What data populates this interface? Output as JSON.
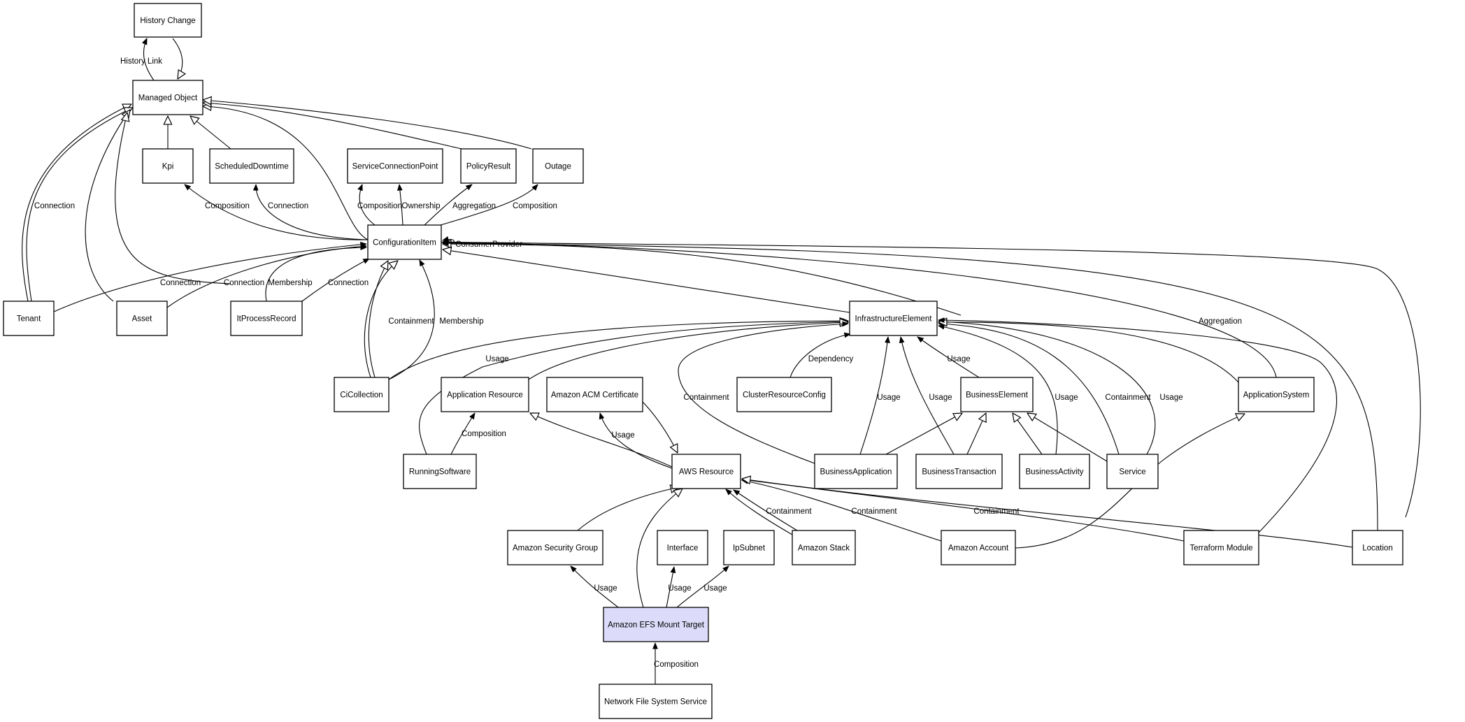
{
  "nodes": [
    {
      "id": "history_change",
      "label": "History Change"
    },
    {
      "id": "managed_object",
      "label": "Managed Object"
    },
    {
      "id": "kpi",
      "label": "Kpi"
    },
    {
      "id": "scheduled_downtime",
      "label": "ScheduledDowntime"
    },
    {
      "id": "service_connection_point",
      "label": "ServiceConnectionPoint"
    },
    {
      "id": "policy_result",
      "label": "PolicyResult"
    },
    {
      "id": "outage",
      "label": "Outage"
    },
    {
      "id": "configuration_item",
      "label": "ConfigurationItem"
    },
    {
      "id": "tenant",
      "label": "Tenant"
    },
    {
      "id": "asset",
      "label": "Asset"
    },
    {
      "id": "it_process_record",
      "label": "ItProcessRecord"
    },
    {
      "id": "infrastructure_element",
      "label": "InfrastructureElement"
    },
    {
      "id": "ci_collection",
      "label": "CiCollection"
    },
    {
      "id": "application_resource",
      "label": "Application Resource"
    },
    {
      "id": "amazon_acm_certificate",
      "label": "Amazon ACM Certificate"
    },
    {
      "id": "cluster_resource_config",
      "label": "ClusterResourceConfig"
    },
    {
      "id": "business_element",
      "label": "BusinessElement"
    },
    {
      "id": "application_system",
      "label": "ApplicationSystem"
    },
    {
      "id": "running_software",
      "label": "RunningSoftware"
    },
    {
      "id": "aws_resource",
      "label": "AWS Resource"
    },
    {
      "id": "business_application",
      "label": "BusinessApplication"
    },
    {
      "id": "business_transaction",
      "label": "BusinessTransaction"
    },
    {
      "id": "business_activity",
      "label": "BusinessActivity"
    },
    {
      "id": "service",
      "label": "Service"
    },
    {
      "id": "amazon_security_group",
      "label": "Amazon Security Group"
    },
    {
      "id": "interface",
      "label": "Interface"
    },
    {
      "id": "ip_subnet",
      "label": "IpSubnet"
    },
    {
      "id": "amazon_stack",
      "label": "Amazon Stack"
    },
    {
      "id": "amazon_account",
      "label": "Amazon Account"
    },
    {
      "id": "terraform_module",
      "label": "Terraform Module"
    },
    {
      "id": "location",
      "label": "Location"
    },
    {
      "id": "amazon_efs_mount_target",
      "label": "Amazon EFS Mount Target",
      "highlight": true
    },
    {
      "id": "network_file_system_service",
      "label": "Network File System Service"
    }
  ],
  "edges": [
    {
      "id": "e1",
      "label": "History Link",
      "arrow": "filled"
    },
    {
      "id": "e2",
      "label": "",
      "arrow": "hollow"
    },
    {
      "id": "e3",
      "label": "",
      "arrow": "hollow"
    },
    {
      "id": "e4",
      "label": "",
      "arrow": "hollow"
    },
    {
      "id": "e5",
      "label": "",
      "arrow": "hollow"
    },
    {
      "id": "e6",
      "label": "Connection",
      "arrow": "hollow"
    },
    {
      "id": "e7",
      "label": "",
      "arrow": "hollow"
    },
    {
      "id": "e8",
      "label": "",
      "arrow": "hollow"
    },
    {
      "id": "e9",
      "label": "",
      "arrow": "hollow"
    },
    {
      "id": "e10",
      "label": "",
      "arrow": "hollow"
    },
    {
      "id": "e11",
      "label": "",
      "arrow": "hollow"
    },
    {
      "id": "e12",
      "label": "Composition",
      "arrow": "filled"
    },
    {
      "id": "e13",
      "label": "Connection",
      "arrow": "filled"
    },
    {
      "id": "e14",
      "label": "Composition",
      "arrow": "filled"
    },
    {
      "id": "e15",
      "label": "Ownership",
      "arrow": "filled"
    },
    {
      "id": "e16",
      "label": "Aggregation",
      "arrow": "filled"
    },
    {
      "id": "e17",
      "label": "Composition",
      "arrow": "filled"
    },
    {
      "id": "e18",
      "label": "ConsumerProvider",
      "arrow": "filled"
    },
    {
      "id": "e19",
      "label": "Connection",
      "arrow": "filled"
    },
    {
      "id": "e20",
      "label": "Connection",
      "arrow": "filled"
    },
    {
      "id": "e21",
      "label": "Membership",
      "arrow": "filled"
    },
    {
      "id": "e22",
      "label": "Connection",
      "arrow": "filled"
    },
    {
      "id": "e23",
      "label": "",
      "arrow": "hollow"
    },
    {
      "id": "e24",
      "label": "Containment",
      "arrow": "hollow"
    },
    {
      "id": "e25",
      "label": "Membership",
      "arrow": "filled"
    },
    {
      "id": "e26",
      "label": "",
      "arrow": "hollow"
    },
    {
      "id": "e27",
      "label": "",
      "arrow": "hollow"
    },
    {
      "id": "e28",
      "label": "Aggregation",
      "arrow": "filled"
    },
    {
      "id": "e29",
      "label": "Membership",
      "arrow": "filled"
    },
    {
      "id": "e30",
      "label": "",
      "arrow": "filled"
    },
    {
      "id": "e31",
      "label": "Usage",
      "arrow": "filled"
    },
    {
      "id": "e32",
      "label": "",
      "arrow": "hollow"
    },
    {
      "id": "e33",
      "label": "",
      "arrow": "hollow"
    },
    {
      "id": "e34",
      "label": "Dependency",
      "arrow": "filled"
    },
    {
      "id": "e35",
      "label": "Containment",
      "arrow": "filled"
    },
    {
      "id": "e36",
      "label": "Usage",
      "arrow": "filled"
    },
    {
      "id": "e37",
      "label": "Usage",
      "arrow": "filled"
    },
    {
      "id": "e38",
      "label": "Usage",
      "arrow": "filled"
    },
    {
      "id": "e39",
      "label": "Usage",
      "arrow": "filled"
    },
    {
      "id": "e40",
      "label": "Containment",
      "arrow": "filled"
    },
    {
      "id": "e41",
      "label": "Usage",
      "arrow": "filled"
    },
    {
      "id": "e42",
      "label": "",
      "arrow": "hollow"
    },
    {
      "id": "e43",
      "label": "",
      "arrow": "hollow"
    },
    {
      "id": "e44",
      "label": "",
      "arrow": "hollow"
    },
    {
      "id": "e45",
      "label": "",
      "arrow": "hollow"
    },
    {
      "id": "e46",
      "label": "",
      "arrow": "hollow"
    },
    {
      "id": "e47",
      "label": "",
      "arrow": "filled"
    },
    {
      "id": "e48",
      "label": "Composition",
      "arrow": "filled"
    },
    {
      "id": "e49",
      "label": "",
      "arrow": "hollow"
    },
    {
      "id": "e50",
      "label": "Usage",
      "arrow": "filled"
    },
    {
      "id": "e51",
      "label": "",
      "arrow": "hollow"
    },
    {
      "id": "e52",
      "label": "",
      "arrow": "hollow"
    },
    {
      "id": "e53",
      "label": "",
      "arrow": "hollow"
    },
    {
      "id": "e54",
      "label": "Containment",
      "arrow": "filled"
    },
    {
      "id": "e55",
      "label": "Containment",
      "arrow": "filled"
    },
    {
      "id": "e56",
      "label": "Containment",
      "arrow": "filled"
    },
    {
      "id": "e57",
      "label": "Containment",
      "arrow": "filled"
    },
    {
      "id": "e58",
      "label": "",
      "arrow": "hollow"
    },
    {
      "id": "e59",
      "label": "",
      "arrow": "hollow"
    },
    {
      "id": "e60",
      "label": "Usage",
      "arrow": "filled"
    },
    {
      "id": "e61",
      "label": "Usage",
      "arrow": "filled"
    },
    {
      "id": "e62",
      "label": "Usage",
      "arrow": "filled"
    },
    {
      "id": "e63",
      "label": "Composition",
      "arrow": "filled"
    }
  ]
}
